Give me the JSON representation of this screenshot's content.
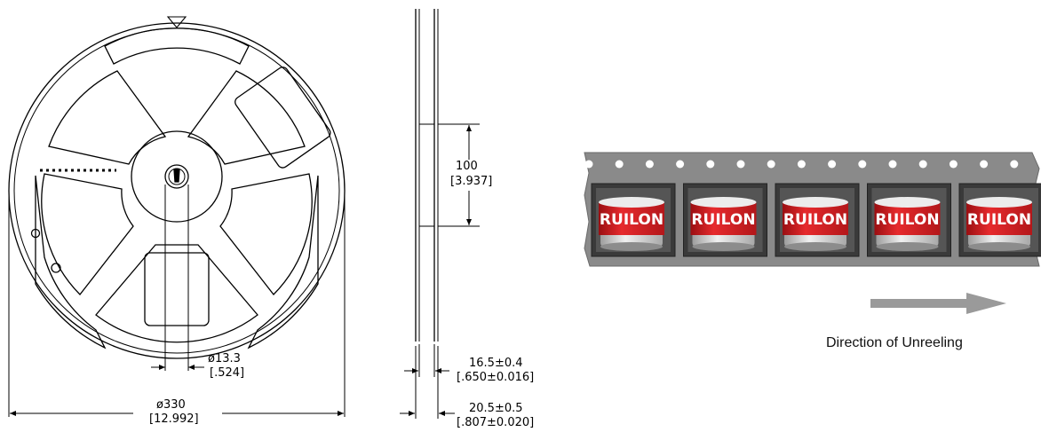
{
  "front_view": {
    "hub_dia": "ø13.3",
    "hub_dia_in": "[.524]",
    "reel_dia": "ø330",
    "reel_dia_in": "[12.992]"
  },
  "side_view": {
    "inner_dia": "100",
    "inner_dia_in": "[3.937]",
    "inner_width": "16.5±0.4",
    "inner_width_in": "[.650±0.016]",
    "outer_width": "20.5±0.5",
    "outer_width_in": "[.807±0.020]"
  },
  "tape": {
    "component_label": "RUILON",
    "pocket_count": 5,
    "direction_caption": "Direction of Unreeling",
    "colors": {
      "tape": "#8a8a8a",
      "cap": "#e01e22",
      "body": "#cfcfcf"
    }
  }
}
